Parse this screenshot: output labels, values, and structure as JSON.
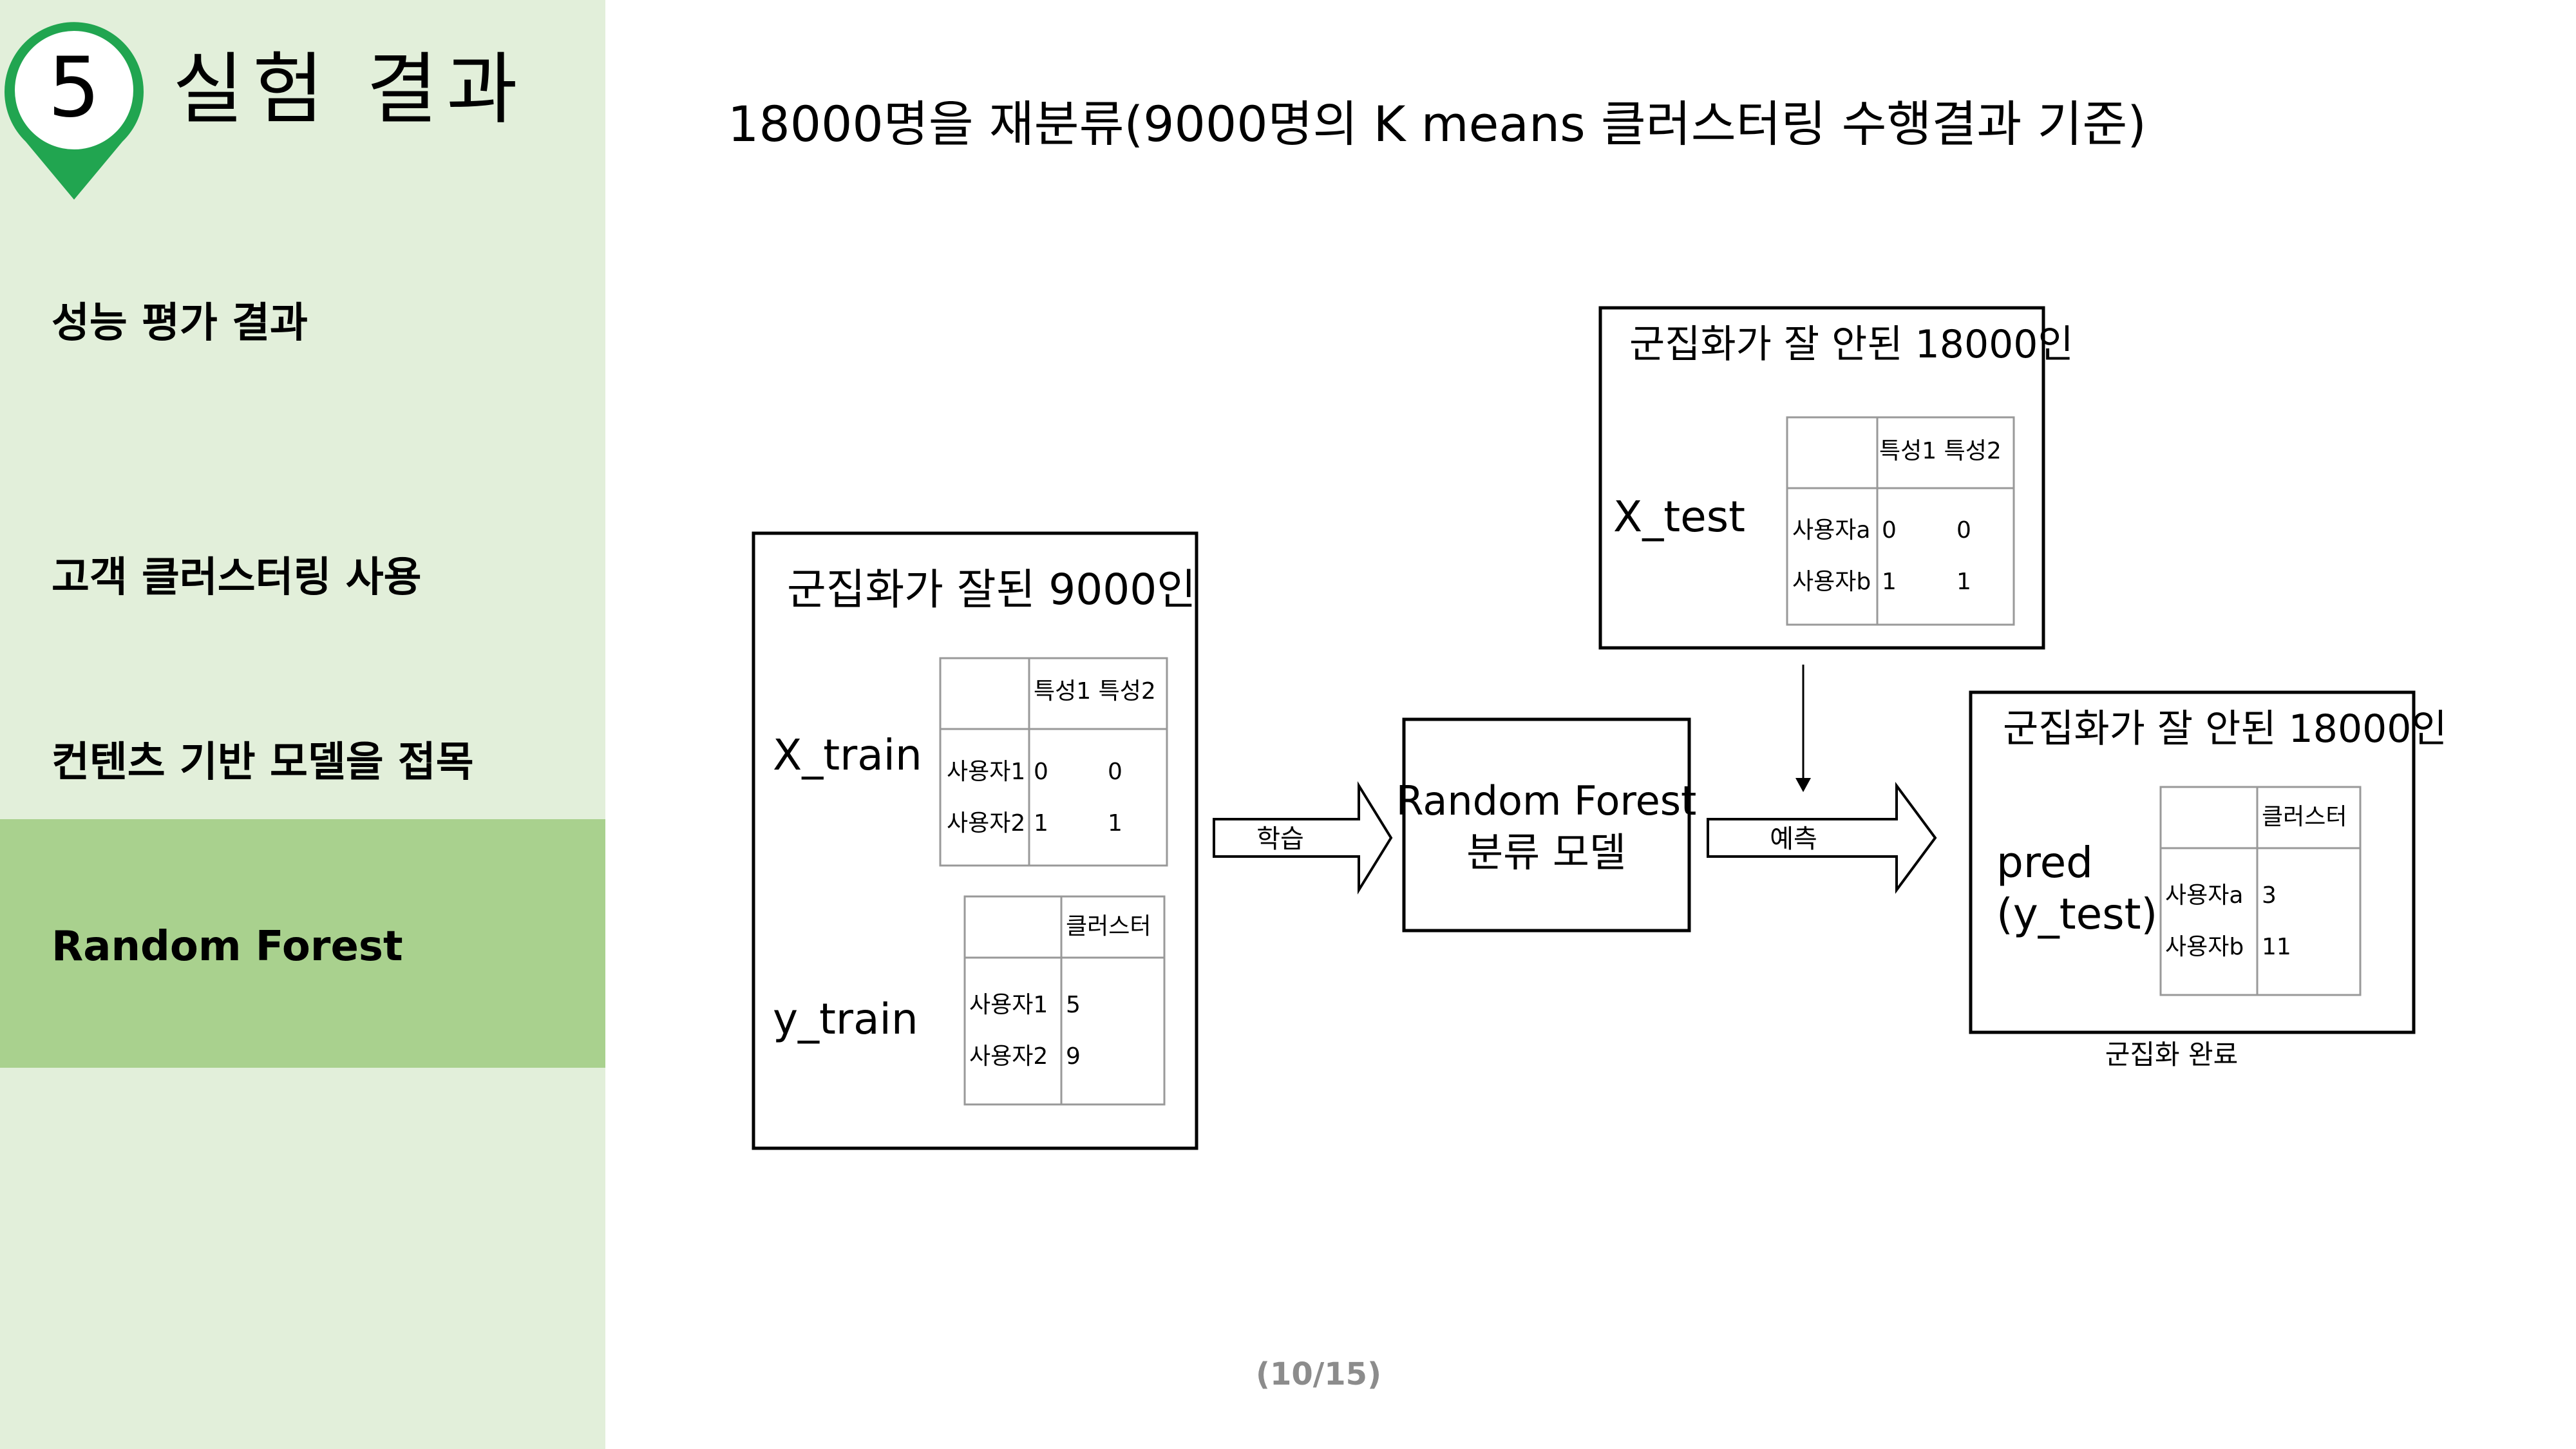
{
  "sidebar": {
    "section_number": "5",
    "section_title": "실험 결과",
    "items": [
      {
        "label": "성능 평가 결과",
        "active": false
      },
      {
        "label": "고객 클러스터링 사용",
        "active": false
      },
      {
        "label": "컨텐츠 기반 모델을 접목",
        "active": false
      },
      {
        "label": "Random Forest",
        "active": true
      }
    ]
  },
  "heading": "18000명을 재분류(9000명의 K means 클러스터링 수행결과 기준)",
  "diagram": {
    "train_box": {
      "title": "군집화가 잘된 9000인",
      "x_label": "X_train",
      "y_label": "y_train",
      "x_table": {
        "header": "특성1 특성2",
        "rows": [
          {
            "user": "사용자1",
            "c1": "0",
            "c2": "0"
          },
          {
            "user": "사용자2",
            "c1": "1",
            "c2": "1"
          }
        ]
      },
      "y_table": {
        "header": "클러스터",
        "rows": [
          {
            "user": "사용자1",
            "value": "5"
          },
          {
            "user": "사용자2",
            "value": "9"
          }
        ]
      }
    },
    "train_arrow_label": "학습",
    "model_box": {
      "line1": "Random Forest",
      "line2": "분류 모델"
    },
    "test_box": {
      "title": "군집화가 잘 안된 18000인",
      "x_label": "X_test",
      "table": {
        "header": "특성1 특성2",
        "rows": [
          {
            "user": "사용자a",
            "c1": "0",
            "c2": "0"
          },
          {
            "user": "사용자b",
            "c1": "1",
            "c2": "1"
          }
        ]
      }
    },
    "predict_arrow_label": "예측",
    "pred_box": {
      "title": "군집화가 잘 안된 18000인",
      "label_line1": "pred",
      "label_line2": "(y_test)",
      "table": {
        "header": "클러스터",
        "rows": [
          {
            "user": "사용자a",
            "value": "3"
          },
          {
            "user": "사용자b",
            "value": "11"
          }
        ]
      },
      "caption": "군집화 완료"
    }
  },
  "page_number": "(10/15)",
  "colors": {
    "sidebar_bg": "#e2efda",
    "active_bg": "#a9d18e",
    "pin_green": "#21a550",
    "page_number": "#8c8c8c"
  }
}
